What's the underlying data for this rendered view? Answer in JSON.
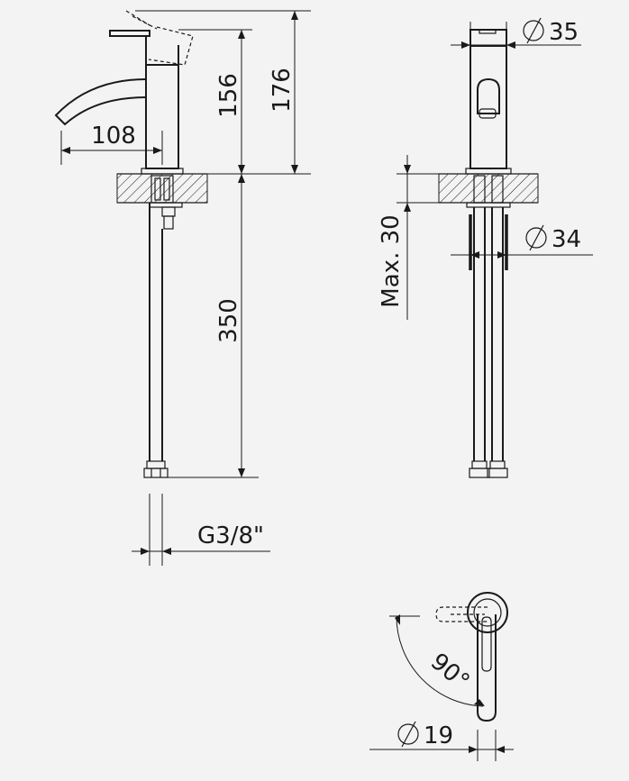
{
  "dimensions": {
    "height_156": "156",
    "height_176": "176",
    "spout_108": "108",
    "hose_350": "350",
    "thread": "G3/8\"",
    "dia_35": "35",
    "dia_34": "34",
    "max_30": "Max. 30",
    "dia_19": "19",
    "angle_90": "90°"
  },
  "colors": {
    "background": "#f3f3f3",
    "line": "#1a1a1a"
  }
}
